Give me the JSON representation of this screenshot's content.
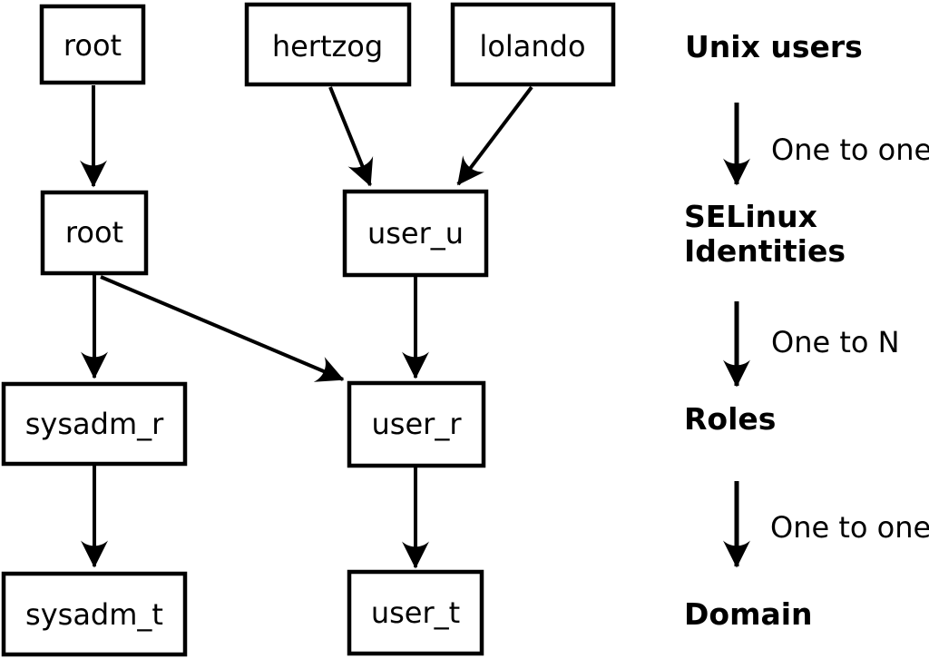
{
  "nodes": {
    "unix_root": "root",
    "unix_hertzog": "hertzog",
    "unix_lolando": "lolando",
    "selinux_root": "root",
    "selinux_user_u": "user_u",
    "role_sysadm_r": "sysadm_r",
    "role_user_r": "user_r",
    "domain_sysadm_t": "sysadm_t",
    "domain_user_t": "user_t"
  },
  "legend": {
    "level_unix_users": "Unix users",
    "rel_one_to_one_1": "One to one",
    "level_selinux_line1": "SELinux",
    "level_selinux_line2": "Identities",
    "rel_one_to_n": "One to N",
    "level_roles": "Roles",
    "rel_one_to_one_2": "One to one",
    "level_domain": "Domain"
  },
  "colors": {
    "background": "#ffffff",
    "line": "#000000",
    "text": "#000000",
    "node_fill": "#ffffff"
  }
}
